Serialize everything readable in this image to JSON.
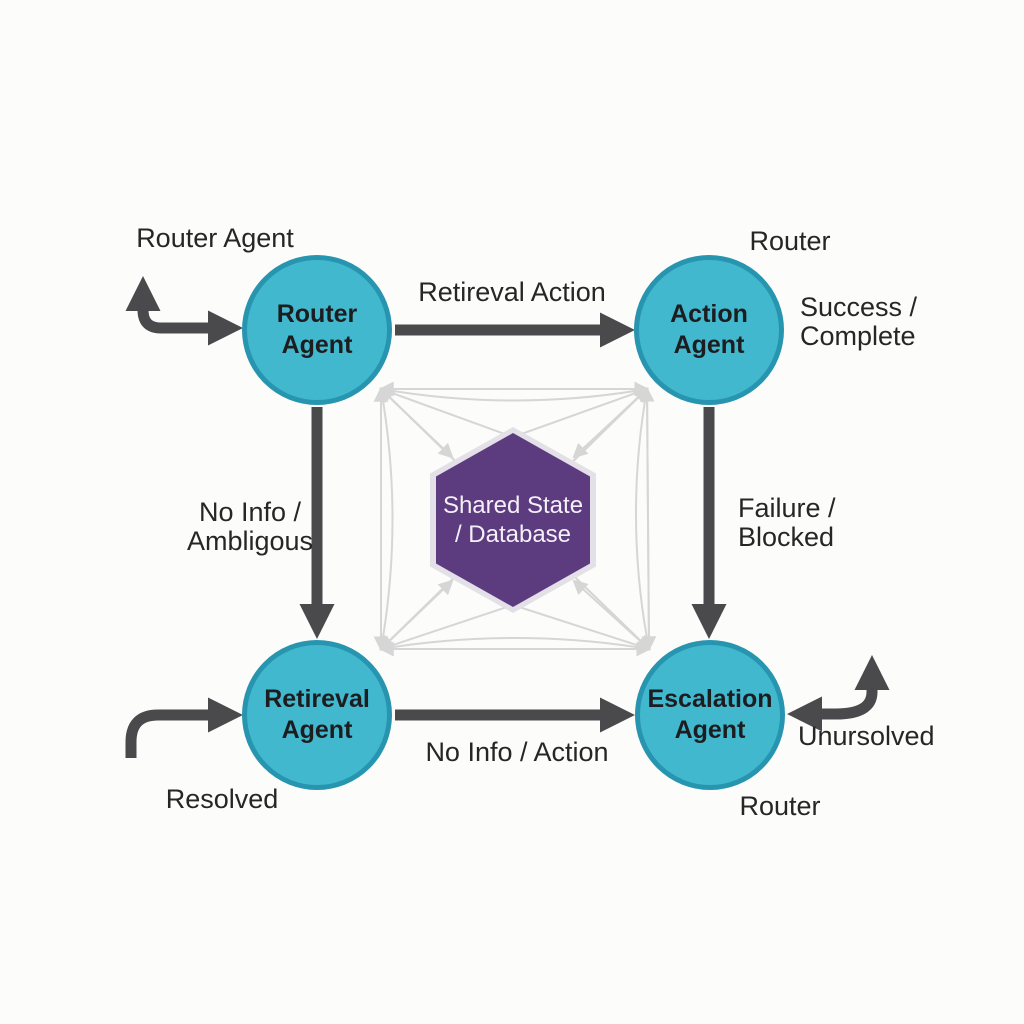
{
  "colors": {
    "node_fill": "#41b8ce",
    "node_border": "#2795af",
    "node_text": "#1d1d1f",
    "hub_fill": "#5c3b7e",
    "hub_border": "#e3e0e8",
    "hub_text": "#f4f0f8",
    "arrow": "#4a4a4c",
    "web": "#d6d6d6",
    "label_text": "#262626",
    "background": "#fcfcfb"
  },
  "nodes": {
    "router": {
      "line1": "Router",
      "line2": "Agent"
    },
    "action": {
      "line1": "Action",
      "line2": "Agent"
    },
    "retrieval": {
      "line1": "Retireval",
      "line2": "Agent"
    },
    "escalation": {
      "line1": "Escalation",
      "line2": "Agent"
    },
    "hub": {
      "line1": "Shared State",
      "line2": "/ Database"
    }
  },
  "labels": {
    "router_external": "Router Agent",
    "action_router": "Router",
    "retrieval_action": "Retireval Action",
    "success": {
      "line1": "Success /",
      "line2": "Complete"
    },
    "no_info_ambiguous": {
      "line1": "No Info /",
      "line2": "Ambligous"
    },
    "failure_blocked": {
      "line1": "Failure /",
      "line2": "Blocked"
    },
    "no_info_action": "No Info / Action",
    "unresolved": "Unursolved",
    "resolved": "Resolved",
    "escalation_router": "Router"
  }
}
